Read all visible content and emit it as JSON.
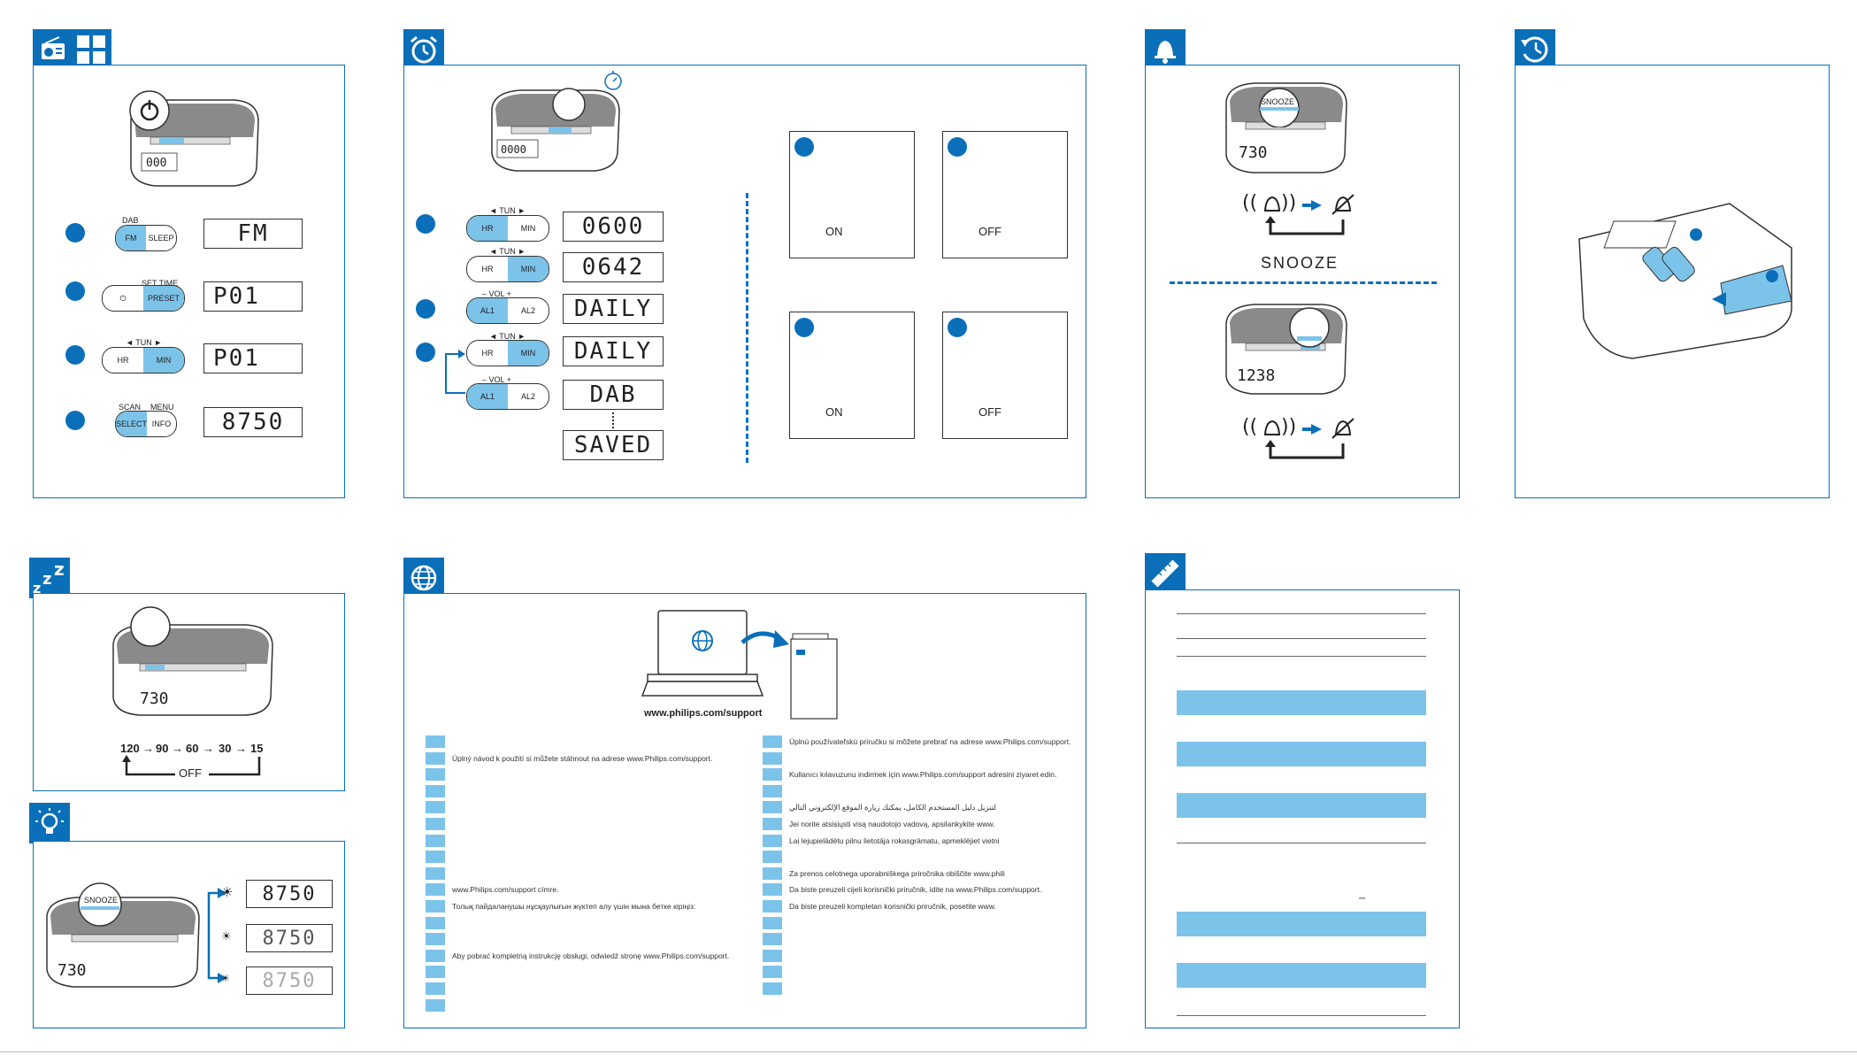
{
  "colors": {
    "accent": "#0a6fb8",
    "highlight": "#7cc3ea"
  },
  "icons": {
    "radio_tab": "radio-icon",
    "grid_tab": "grid-icon",
    "alarm_tab": "alarm-clock-icon",
    "bell_tab": "bell-icon",
    "history_tab": "clock-history-icon",
    "sleep_tab": "zzz-icon",
    "globe_tab": "globe-icon",
    "bulb_tab": "lightbulb-icon",
    "spec_tab": "ruler-icon"
  },
  "radio_panel": {
    "btn_dab_label": "DAB",
    "btn_fm": "FM",
    "btn_sleep": "SLEEP",
    "lcd1": "FM",
    "settime_label": "SET TIME",
    "btn_power": "⏻",
    "btn_preset": "PRESET",
    "lcd2": "P01",
    "tun_label": "◄ TUN ►",
    "btn_hr": "HR",
    "btn_min": "MIN",
    "lcd3": "P01",
    "scan_label": "SCAN",
    "menu_label": "MENU",
    "btn_select": "SELECT",
    "btn_info": "INFO",
    "lcd4": "8750",
    "clock_display": "000"
  },
  "alarm_panel": {
    "tun_label": "◄ TUN ►",
    "btn_hr": "HR",
    "btn_min": "MIN",
    "lcd_a": "0600",
    "lcd_b": "0642",
    "vol_label": "–   VOL   +",
    "btn_al1": "AL1",
    "btn_al2": "AL2",
    "lcd_c": "DAILY",
    "lcd_d": "DAILY",
    "lcd_e": "DAB",
    "lcd_f": "SAVED",
    "device_display": "0000",
    "on_label": "ON",
    "off_label": "OFF"
  },
  "snooze_panel": {
    "snooze_btn": "SNOOZE",
    "snooze_text": "SNOOZE",
    "display_top": "730",
    "display_bottom": "1238"
  },
  "sleep_panel": {
    "display": "730",
    "seq": [
      "120",
      "90",
      "60",
      "30",
      "15"
    ],
    "off_label": "OFF"
  },
  "brightness_panel": {
    "snooze_btn": "SNOOZE",
    "display": "730",
    "lcd": [
      "8750",
      "8750",
      "8750"
    ]
  },
  "support_panel": {
    "url": "www.philips.com/support",
    "left_lines": [
      "",
      "Úplný návod k použití si můžete stáhnout na adrese www.Philips.com/support.",
      "",
      "",
      "",
      "",
      "",
      "",
      "",
      "www.Philips.com/support címre.",
      "Толық пайдаланушы нұсқаулығын жүктеп алу үшін мына бетке кіріңіз:",
      "",
      "",
      "Aby pobrać kompletną instrukcję obsługi, odwiedź stronę www.Philips.com/support.",
      "",
      "",
      ""
    ],
    "right_lines": [
      "Úplnú používateľskú príručku si môžete prebrať na adrese www.Philips.com/support.",
      "",
      "Kullanıcı kılavuzunu indirmek için www.Philips.com/support adresini ziyaret edin.",
      "",
      "لتنزيل دليل المستخدم الكامل، يمكنك زيارة الموقع الإلكتروني التالي",
      "Jei norite atsisiųsti visą naudotojo vadovą, apsilankykite www.",
      "Lai lejupielādētu pilnu lietotāja rokasgrāmatu, apmeklējiet vietni",
      "",
      "Za prenos celotnega uporabniškega priročnika obiščite www.phili",
      "Da biste preuzeli cijeli korisnički priručnik, idite na www.Philips.com/support.",
      "Da biste preuzeli kompletan korisnički priručnik, posetite www.",
      "",
      "",
      "",
      "",
      ""
    ]
  },
  "spec_panel": {
    "dc_symbol": "⎓"
  }
}
